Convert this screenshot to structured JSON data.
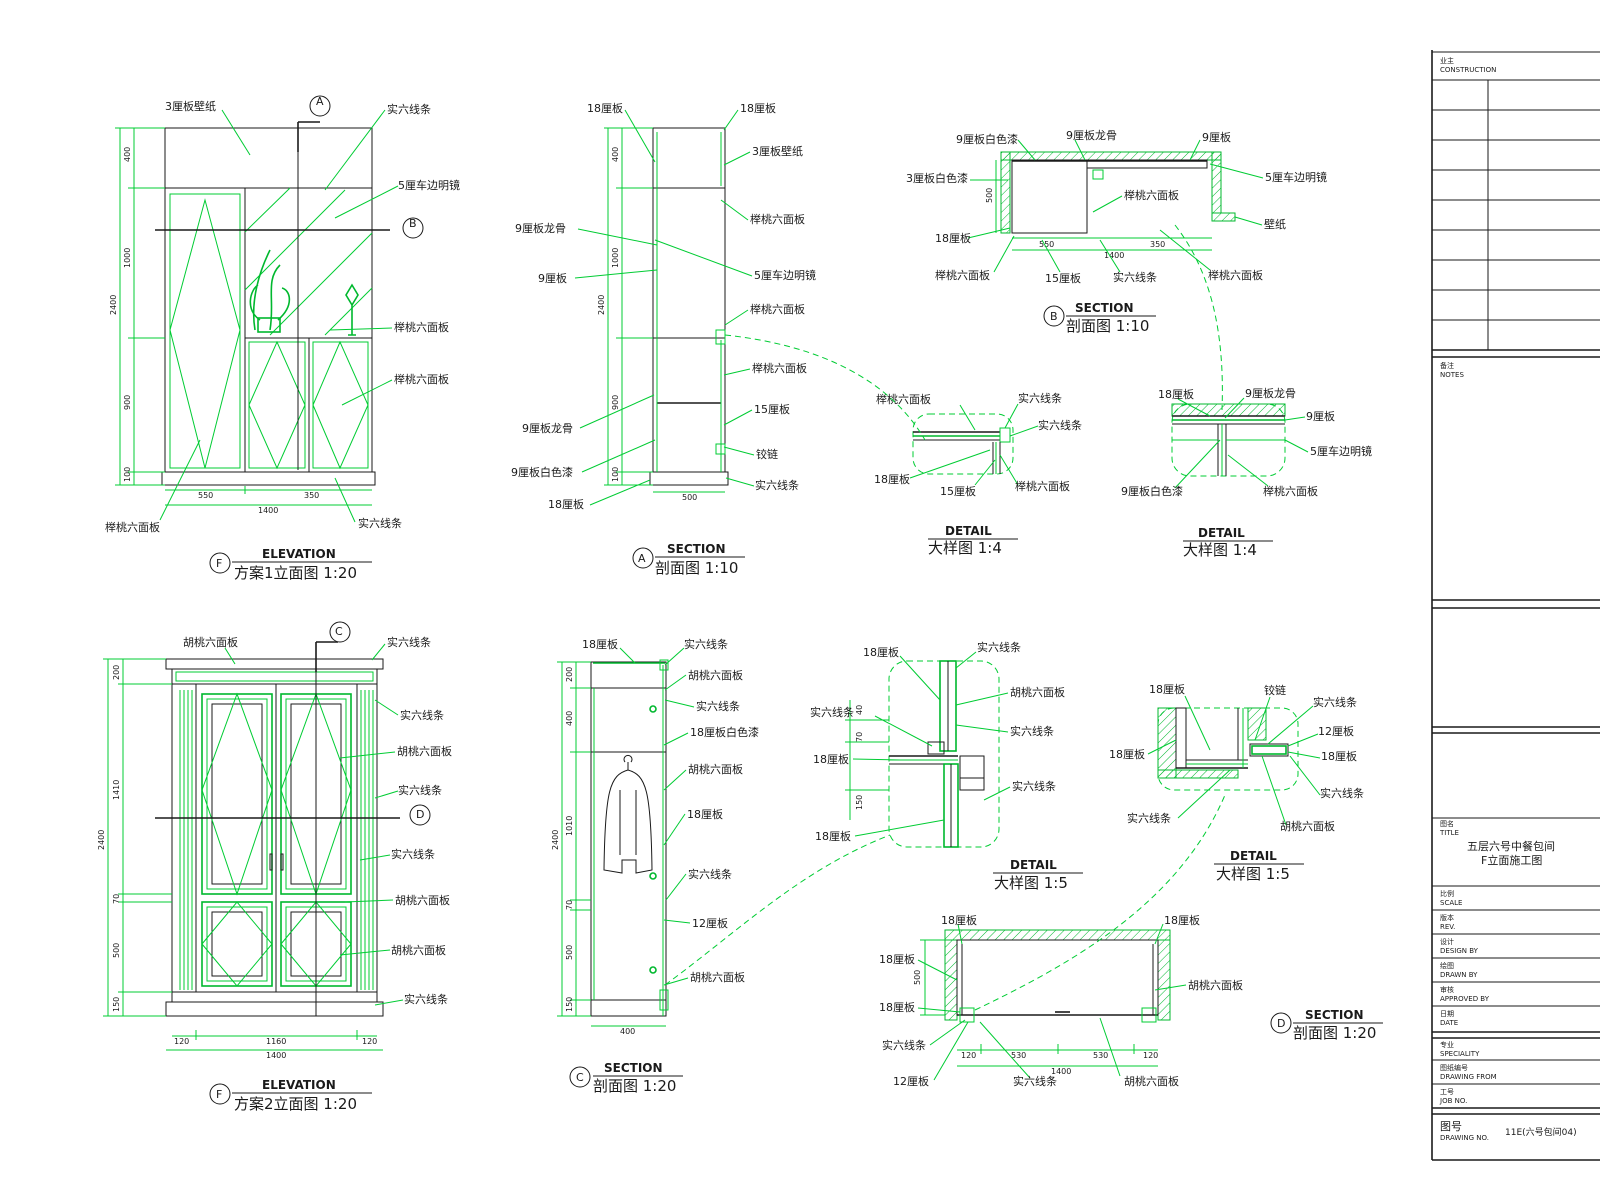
{
  "views": {
    "elev1": {
      "mark": "F",
      "en": "ELEVATION",
      "cn": "方案1立面图 1:20",
      "dims": [
        "400",
        "1000",
        "900",
        "100",
        "2400",
        "550",
        "350",
        "1400"
      ],
      "labels": [
        "3厘板壁纸",
        "实六线条",
        "5厘车边明镜",
        "榉桃六面板",
        "榉桃六面板",
        "榉桃六面板",
        "实六线条"
      ],
      "marks": [
        "A",
        "B"
      ]
    },
    "secA": {
      "mark": "A",
      "en": "SECTION",
      "cn": "剖面图 1:10",
      "dims": [
        "400",
        "1000",
        "900",
        "100",
        "2400",
        "500"
      ],
      "labels": [
        "18厘板",
        "18厘板",
        "3厘板壁纸",
        "榉桃六面板",
        "9厘板龙骨",
        "9厘板",
        "5厘车边明镜",
        "榉桃六面板",
        "榉桃六面板",
        "15厘板",
        "9厘板龙骨",
        "铰链",
        "9厘板白色漆",
        "实六线条",
        "18厘板"
      ]
    },
    "secB": {
      "mark": "B",
      "en": "SECTION",
      "cn": "剖面图 1:10",
      "dims": [
        "500",
        "550",
        "1400",
        "350"
      ],
      "labels": [
        "9厘板白色漆",
        "9厘板龙骨",
        "9厘板",
        "3厘板白色漆",
        "5厘车边明镜",
        "榉桃六面板",
        "壁纸",
        "18厘板",
        "榉桃六面板",
        "15厘板",
        "实六线条",
        "榉桃六面板"
      ]
    },
    "det1": {
      "en": "DETAIL",
      "cn": "大样图 1:4",
      "labels": [
        "榉桃六面板",
        "实六线条",
        "实六线条",
        "18厘板",
        "15厘板",
        "榉桃六面板"
      ]
    },
    "det2": {
      "en": "DETAIL",
      "cn": "大样图 1:4",
      "labels": [
        "18厘板",
        "9厘板龙骨",
        "9厘板",
        "5厘车边明镜",
        "9厘板白色漆",
        "榉桃六面板"
      ]
    },
    "elev2": {
      "mark": "F",
      "en": "ELEVATION",
      "cn": "方案2立面图 1:20",
      "dims": [
        "200",
        "1410",
        "2400",
        "70",
        "500",
        "150",
        "120",
        "1160",
        "120",
        "1400"
      ],
      "labels": [
        "胡桃六面板",
        "实六线条",
        "实六线条",
        "胡桃六面板",
        "实六线条",
        "实六线条",
        "胡桃六面板",
        "胡桃六面板",
        "实六线条"
      ],
      "marks": [
        "C",
        "D"
      ]
    },
    "secC": {
      "mark": "C",
      "en": "SECTION",
      "cn": "剖面图 1:20",
      "dims": [
        "200",
        "400",
        "1010",
        "2400",
        "70",
        "500",
        "150",
        "400"
      ],
      "labels": [
        "18厘板",
        "实六线条",
        "胡桃六面板",
        "实六线条",
        "18厘板白色漆",
        "胡桃六面板",
        "18厘板",
        "实六线条",
        "12厘板",
        "胡桃六面板"
      ]
    },
    "det3": {
      "en": "DETAIL",
      "cn": "大样图 1:5",
      "dims": [
        "40",
        "70",
        "150"
      ],
      "labels": [
        "18厘板",
        "实六线条",
        "胡桃六面板",
        "实六线条",
        "实六线条",
        "18厘板",
        "实六线条",
        "18厘板"
      ]
    },
    "det4": {
      "en": "DETAIL",
      "cn": "大样图 1:5",
      "labels": [
        "18厘板",
        "铰链",
        "实六线条",
        "12厘板",
        "18厘板",
        "18厘板",
        "实六线条",
        "实六线条",
        "胡桃六面板"
      ]
    },
    "secD": {
      "mark": "D",
      "en": "SECTION",
      "cn": "剖面图 1:20",
      "dims": [
        "500",
        "120",
        "530",
        "530",
        "120",
        "1400"
      ],
      "labels": [
        "18厘板",
        "18厘板",
        "18厘板",
        "胡桃六面板",
        "18厘板",
        "实六线条",
        "12厘板",
        "实六线条",
        "胡桃六面板"
      ]
    }
  },
  "title_block": {
    "client_cn": "业主",
    "client_en": "CONSTRUCTION",
    "notes_cn": "备注",
    "notes_en": "NOTES",
    "title_cn": "图名",
    "title_en": "TITLE",
    "title_line1": "五层六号中餐包间",
    "title_line2": "F立面施工图",
    "rows": [
      {
        "cn": "比例",
        "en": "SCALE"
      },
      {
        "cn": "版本",
        "en": "REV."
      },
      {
        "cn": "设计",
        "en": "DESIGN BY"
      },
      {
        "cn": "绘图",
        "en": "DRAWN BY"
      },
      {
        "cn": "审核",
        "en": "APPROVED BY"
      },
      {
        "cn": "日期",
        "en": "DATE"
      },
      {
        "cn": "专业",
        "en": "SPECIALITY"
      },
      {
        "cn": "图纸编号",
        "en": "DRAWING FROM"
      },
      {
        "cn": "工号",
        "en": "JOB NO."
      }
    ],
    "drawing_no_cn": "图号",
    "drawing_no_en": "DRAWING NO.",
    "drawing_no_value": "11E(六号包间04)"
  },
  "colors": {
    "line": "#00cc33",
    "ink": "#1a1a1a"
  }
}
